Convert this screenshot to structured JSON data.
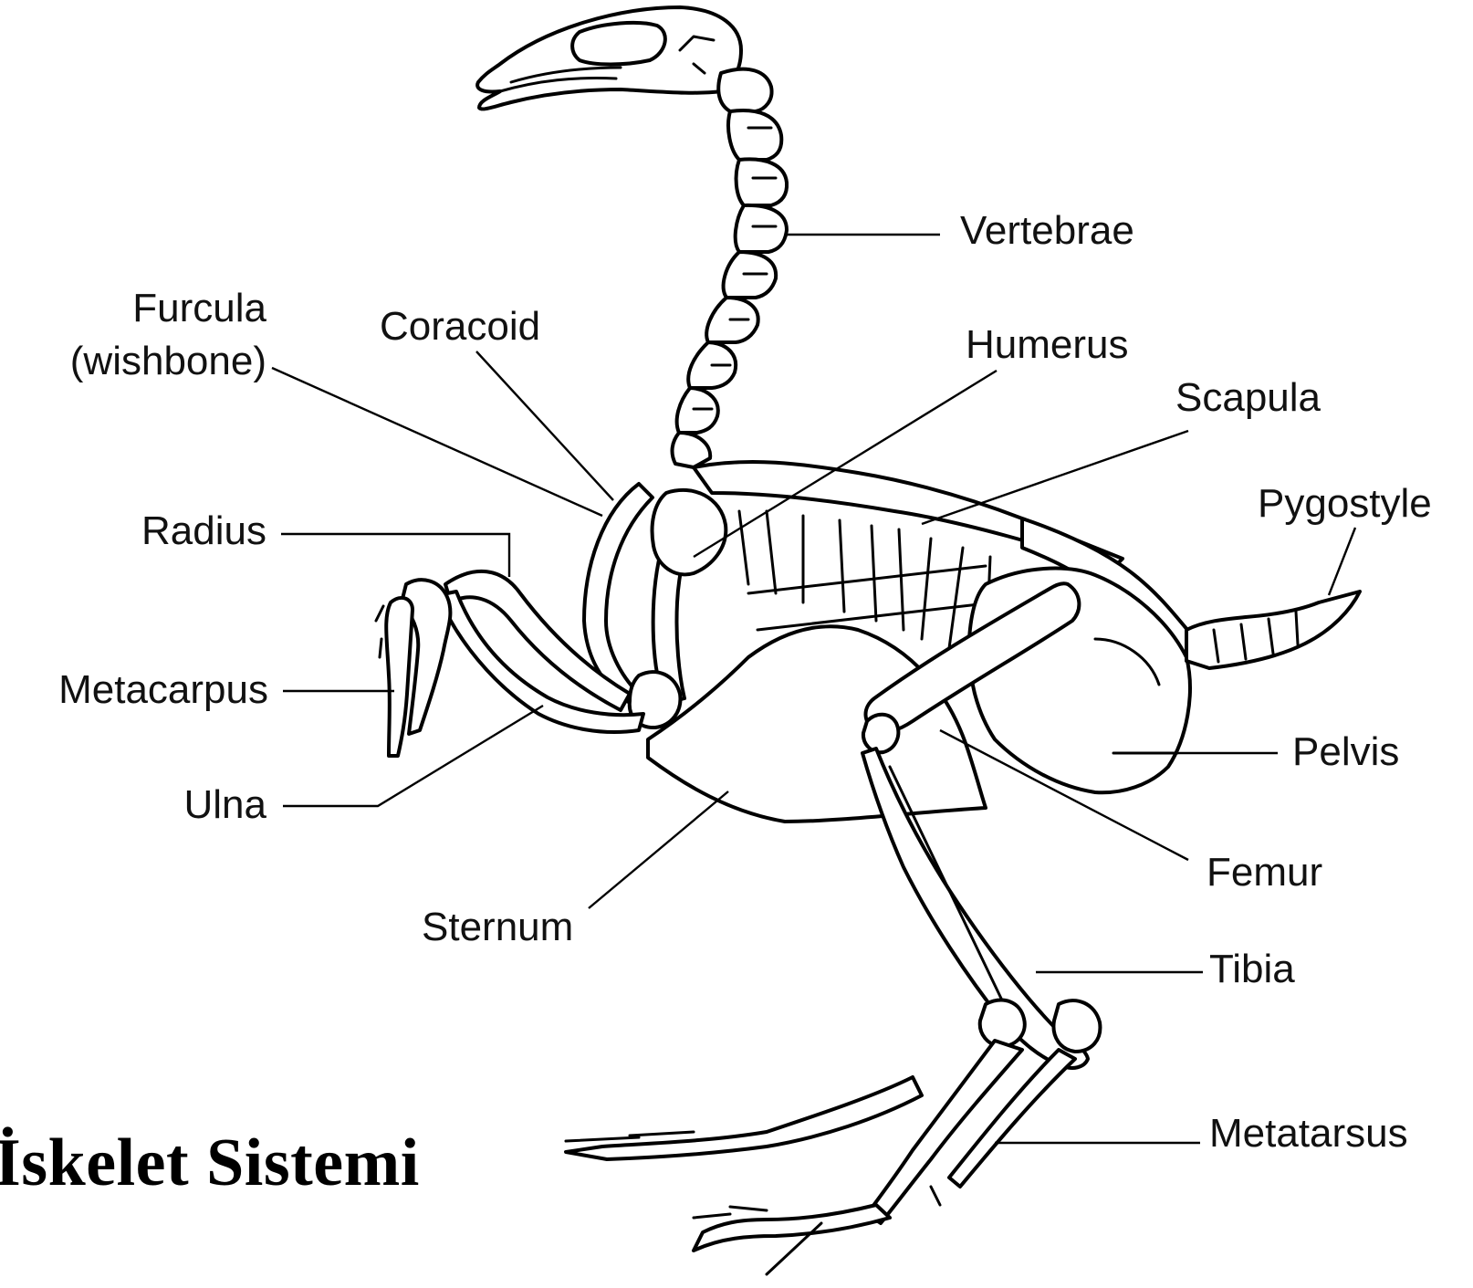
{
  "caption": "İskelet Sistemi",
  "labels": {
    "vertebrae": "Vertebrae",
    "furcula": "Furcula",
    "wishbone": "(wishbone)",
    "coracoid": "Coracoid",
    "humerus": "Humerus",
    "scapula": "Scapula",
    "pygostyle": "Pygostyle",
    "radius": "Radius",
    "metacarpus": "Metacarpus",
    "pelvis": "Pelvis",
    "ulna": "Ulna",
    "femur": "Femur",
    "sternum": "Sternum",
    "tibia": "Tibia",
    "metatarsus": "Metatarsus"
  }
}
